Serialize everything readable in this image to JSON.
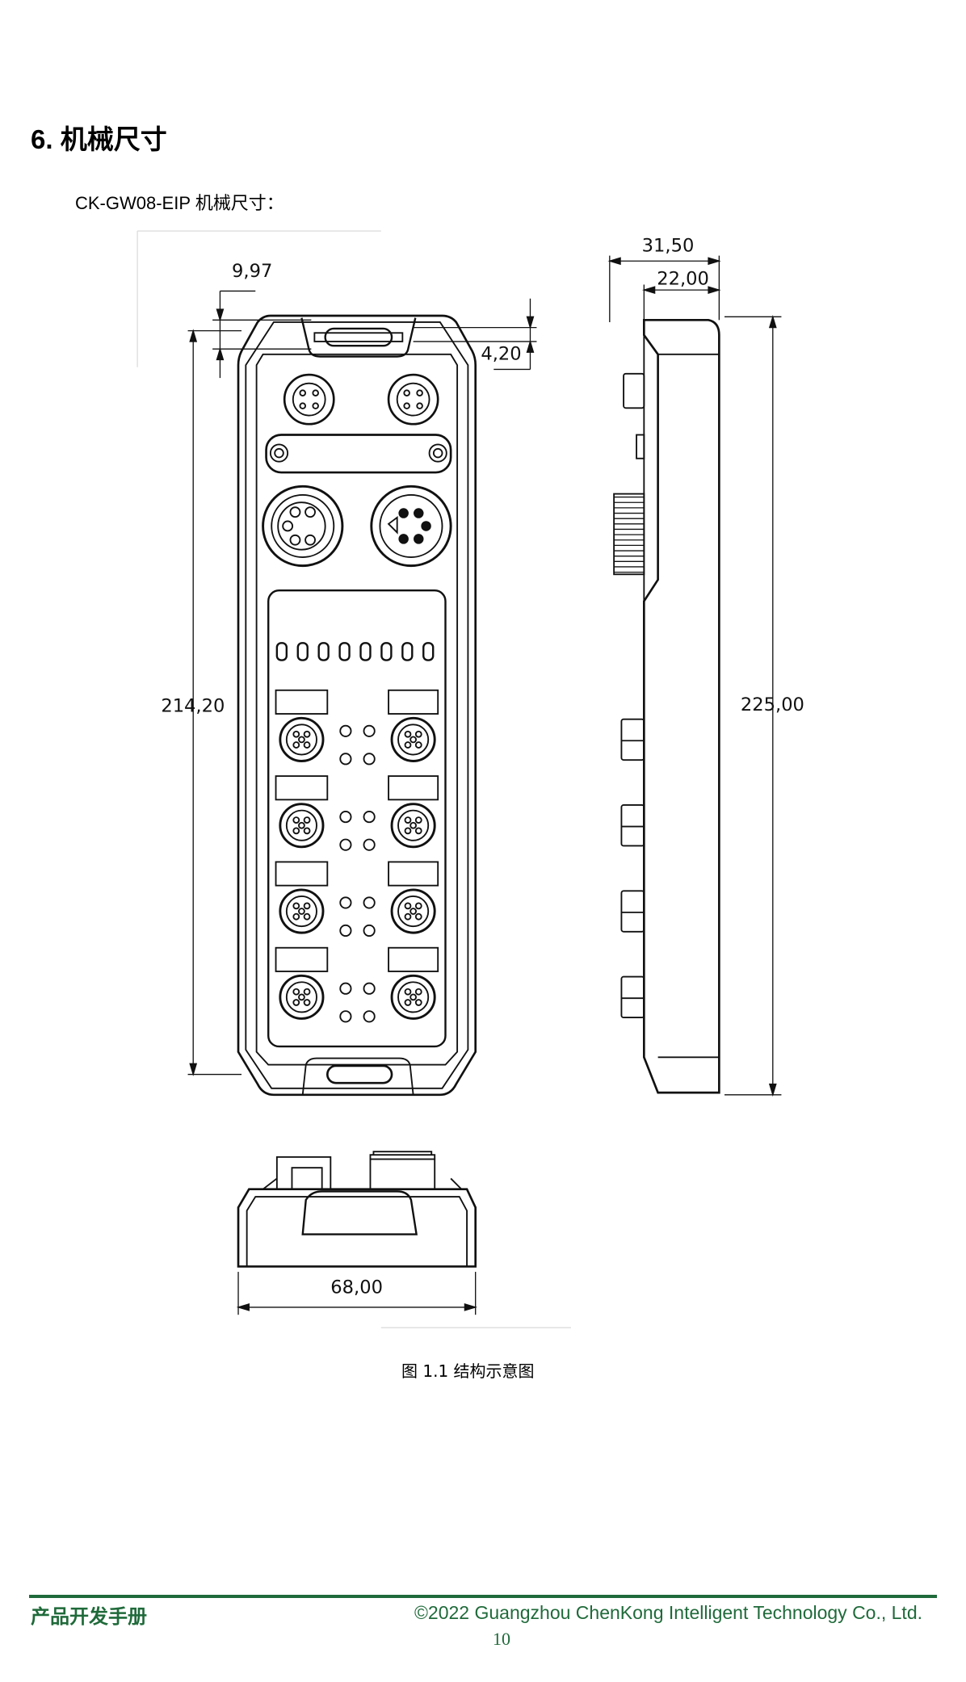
{
  "section": {
    "heading": "6. 机械尺寸",
    "subtitle": "CK-GW08-EIP 机械尺寸："
  },
  "drawing": {
    "dimensions": {
      "top_offset": "9,97",
      "latch_depth": "4,20",
      "front_height": "214,20",
      "side_total_depth": "31,50",
      "side_body_depth": "22,00",
      "side_height": "225,00",
      "width": "68,00"
    },
    "caption": "图  1.1 结构示意图"
  },
  "footer": {
    "left": "产品开发手册",
    "right": "©2022 Guangzhou ChenKong Intelligent Technology Co., Ltd.",
    "page": "10",
    "color": "#1f6a3a"
  }
}
